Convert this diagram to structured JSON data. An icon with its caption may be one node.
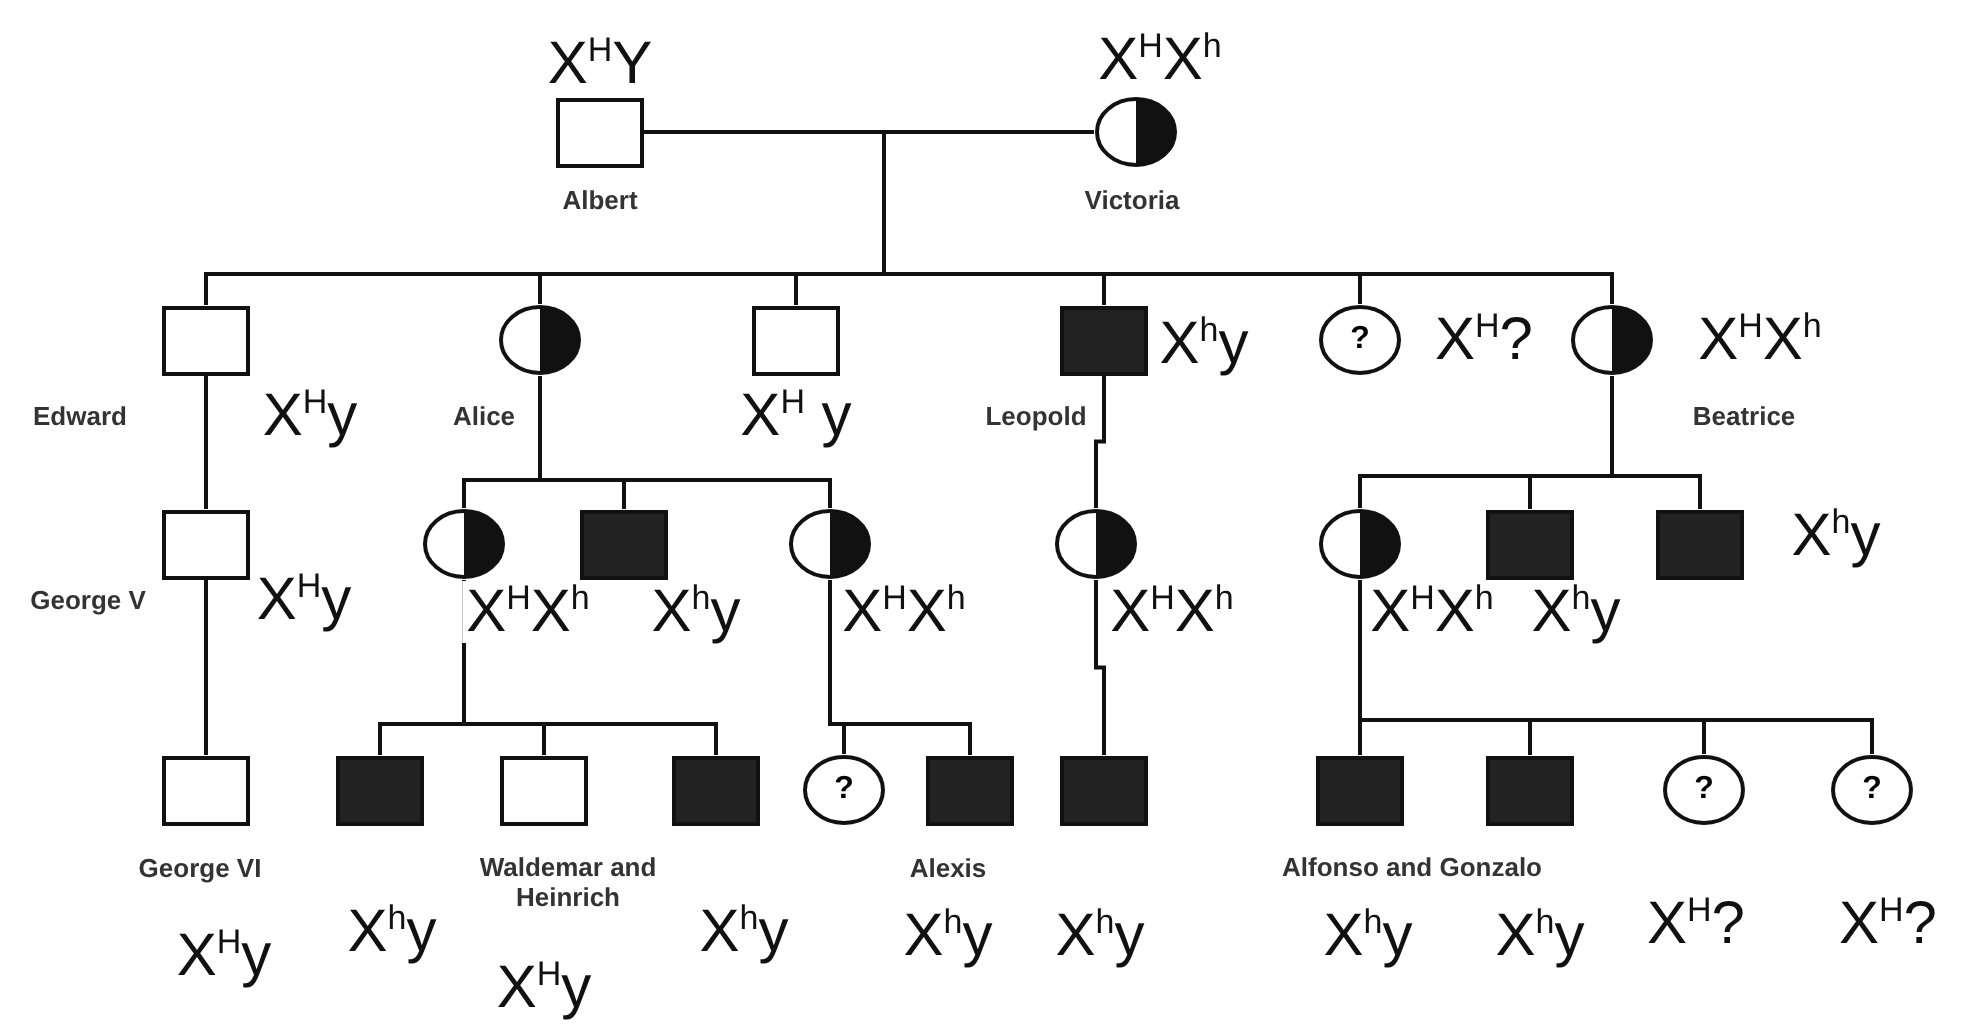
{
  "diagram": {
    "nodes": [
      {
        "text": [
          "Albert"
        ],
        "beside": [
          "X$^{H}$Y"
        ]
      },
      {
        "text": [
          "Victoria"
        ],
        "beside": [
          "X$^{H}$X$^{h}$"
        ]
      },
      {
        "text": [
          "Edward"
        ],
        "beside": [
          "X$^{H}$y"
        ]
      },
      {
        "text": [
          "Alice"
        ]
      },
      {
        "text": [],
        "shape": "box",
        "beside": [
          "X$^{H}$ y"
        ]
      },
      {
        "text": [
          "Leopold"
        ],
        "beside": [
          "X$^{h}$y"
        ]
      },
      {
        "text": [
          "?"
        ],
        "beside": [
          "X$^{H}$?"
        ]
      },
      {
        "text": [
          "Beatrice"
        ],
        "beside": [
          "X$^{H}$X$^{h}$"
        ]
      },
      {
        "text": [
          "George V"
        ],
        "beside": [
          "X$^{H}$y"
        ]
      },
      {
        "text": [],
        "shape": "circle",
        "beside": [
          "X$^{H}$X$^{h}$"
        ]
      },
      {
        "text": [],
        "shape": "box",
        "beside": [
          "X$^{h}$y"
        ]
      },
      {
        "text": [],
        "shape": "circle",
        "beside": [
          "X$^{H}$X$^{h}$"
        ]
      },
      {
        "text": [],
        "shape": "circle",
        "beside": [
          "X$^{H}$X$^{h}$"
        ]
      },
      {
        "text": [],
        "shape": "circle",
        "beside": [
          "X$^{H}$X$^{h}$"
        ]
      },
      {
        "text": [],
        "shape": "box",
        "beside": [
          "X$^{h}$y"
        ]
      },
      {
        "text": [],
        "shape": "box",
        "beside": [
          "X$^{h}$y"
        ]
      },
      {
        "text": [
          "George VI"
        ],
        "beside": [
          "X$^{H}$y"
        ]
      },
      {
        "text": [],
        "shape": "box",
        "beside": [
          "X$^{h}$y"
        ]
      },
      {
        "text": [],
        "shape": "box",
        "beside": [
          "X$^{H}$y"
        ]
      },
      {
        "text": [],
        "shape": "box",
        "beside": [
          "X$^{h}$y"
        ]
      },
      {
        "text": [
          "?"
        ]
      },
      {
        "text": [
          "Alexis"
        ],
        "beside": [
          "X$^{h}$y"
        ]
      },
      {
        "text": [],
        "shape": "box",
        "beside": [
          "X$^{h}$y"
        ]
      },
      {
        "text": [],
        "shape": "box",
        "beside": [
          "X$^{h}$y"
        ]
      },
      {
        "text": [],
        "shape": "box",
        "beside": [
          "X$^{h}$y"
        ]
      },
      {
        "text": [
          "?"
        ],
        "beside": [
          "X$^{H}$?"
        ]
      },
      {
        "text": [
          "?"
        ],
        "beside": [
          "X$^{H}$?"
        ]
      }
    ],
    "edges": [
      {
        "from": 0,
        "to": 1,
        "arrow": "none"
      },
      {
        "from": null,
        "to": 2,
        "arrow": "none"
      },
      {
        "from": null,
        "to": 3,
        "arrow": "none"
      },
      {
        "from": null,
        "to": 4,
        "arrow": "none"
      },
      {
        "from": null,
        "to": 5,
        "arrow": "none"
      },
      {
        "from": null,
        "to": 6,
        "arrow": "none"
      },
      {
        "from": null,
        "to": 7,
        "arrow": "none"
      },
      {
        "from": 2,
        "to": 8,
        "arrow": "none"
      },
      {
        "from": 3,
        "to": 9,
        "arrow": "none"
      },
      {
        "from": 3,
        "to": 10,
        "arrow": "none"
      },
      {
        "from": 3,
        "to": 11,
        "arrow": "none"
      },
      {
        "from": 5,
        "to": 12,
        "arrow": "none"
      },
      {
        "from": 7,
        "to": 13,
        "arrow": "none"
      },
      {
        "from": 7,
        "to": 14,
        "arrow": "none"
      },
      {
        "from": 7,
        "to": 15,
        "arrow": "none"
      },
      {
        "from": 8,
        "to": 16,
        "arrow": "none"
      },
      {
        "from": 9,
        "to": 17,
        "arrow": "none"
      },
      {
        "from": 9,
        "to": 18,
        "arrow": "none"
      },
      {
        "from": 9,
        "to": 19,
        "arrow": "none"
      },
      {
        "from": 11,
        "to": 20,
        "arrow": "none"
      },
      {
        "from": 11,
        "to": 21,
        "arrow": "none"
      },
      {
        "from": 12,
        "to": 22,
        "arrow": "none"
      },
      {
        "from": 13,
        "to": 23,
        "arrow": "none"
      },
      {
        "from": 13,
        "to": 24,
        "arrow": "none"
      },
      {
        "from": 13,
        "to": 25,
        "arrow": "none"
      },
      {
        "from": 13,
        "to": 26,
        "arrow": "none"
      }
    ],
    "labels": [
      "Waldemar and Heinrich",
      "Alfonso and Gonzalo"
    ]
  }
}
